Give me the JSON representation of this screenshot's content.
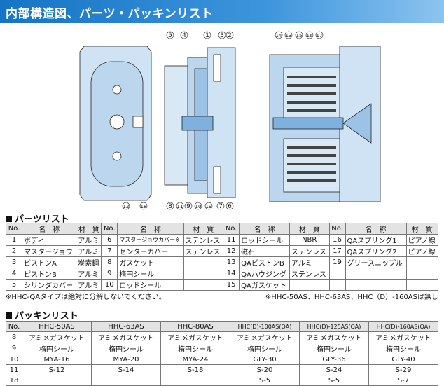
{
  "title": "内部構造図、パーツ・パッキンリスト",
  "drawing": {
    "labels_top_left": [
      "5",
      "4",
      "1",
      "3",
      "2"
    ],
    "labels_bottom_left": [
      "12",
      "18"
    ],
    "labels_bottom_mid": [
      "8",
      "11",
      "9",
      "10",
      "19",
      "7",
      "6"
    ],
    "labels_top_right": [
      "14",
      "13",
      "15",
      "16",
      "17"
    ]
  },
  "parts": {
    "heading": "パーツリスト",
    "header": {
      "no": "No.",
      "name": "名　称",
      "material": "材　質"
    },
    "col1": [
      {
        "no": "1",
        "name": "ボディ",
        "mat": "アルミ"
      },
      {
        "no": "2",
        "name": "マスタージョウ",
        "mat": "アルミ"
      },
      {
        "no": "3",
        "name": "ピストンA",
        "mat": "炭素鋼"
      },
      {
        "no": "4",
        "name": "ピストンB",
        "mat": "アルミ"
      },
      {
        "no": "5",
        "name": "シリンダカバー",
        "mat": "アルミ"
      }
    ],
    "col2": [
      {
        "no": "6",
        "name": "マスタージョウカバー※",
        "mat": "ステンレス"
      },
      {
        "no": "7",
        "name": "センターカバー",
        "mat": "ステンレス"
      },
      {
        "no": "8",
        "name": "ガスケット",
        "mat": ""
      },
      {
        "no": "9",
        "name": "楕円シール",
        "mat": ""
      },
      {
        "no": "10",
        "name": "ロッドシール",
        "mat": ""
      }
    ],
    "col3": [
      {
        "no": "11",
        "name": "ロッドシール",
        "mat": "NBR"
      },
      {
        "no": "12",
        "name": "磁石",
        "mat": "ステンレス"
      },
      {
        "no": "13",
        "name": "QAピストンB",
        "mat": "アルミ"
      },
      {
        "no": "14",
        "name": "QAハウジング",
        "mat": "ステンレス"
      },
      {
        "no": "15",
        "name": "QAガスケット",
        "mat": ""
      }
    ],
    "col4": [
      {
        "no": "16",
        "name": "QAスプリング1",
        "mat": "ピアノ線"
      },
      {
        "no": "17",
        "name": "QAスプリング2",
        "mat": "ピアノ線"
      },
      {
        "no": "19",
        "name": "グリースニップル",
        "mat": ""
      },
      {
        "no": "",
        "name": "",
        "mat": ""
      },
      {
        "no": "",
        "name": "",
        "mat": ""
      }
    ],
    "note_left": "※HHC-QAタイプは絶対に分解しないでください。",
    "note_right": "※HHC-50AS、HHC-63AS、HHC（D）-160ASは無し"
  },
  "packing": {
    "heading": "パッキンリスト",
    "header": [
      "No.",
      "HHC-50AS",
      "HHC-63AS",
      "HHC-80AS",
      "HHC(D)-100AS(QA)",
      "HHC(D)-125AS(QA)",
      "HHC(D)-160AS(QA)"
    ],
    "rows": [
      [
        "8",
        "アミメガスケット",
        "アミメガスケット",
        "アミメガスケット",
        "アミメガスケット",
        "アミメガスケット",
        "アミメガスケット"
      ],
      [
        "9",
        "楕円シール",
        "楕円シール",
        "楕円シール",
        "楕円シール",
        "楕円シール",
        "楕円シール"
      ],
      [
        "10",
        "MYA-16",
        "MYA-20",
        "MYA-24",
        "GLY-30",
        "GLY-36",
        "GLY-40"
      ],
      [
        "11",
        "S-12",
        "S-14",
        "S-18",
        "S-20",
        "S-24",
        "S-29"
      ],
      [
        "18",
        "",
        "",
        "",
        "S-5",
        "S-5",
        "S-7"
      ]
    ]
  }
}
